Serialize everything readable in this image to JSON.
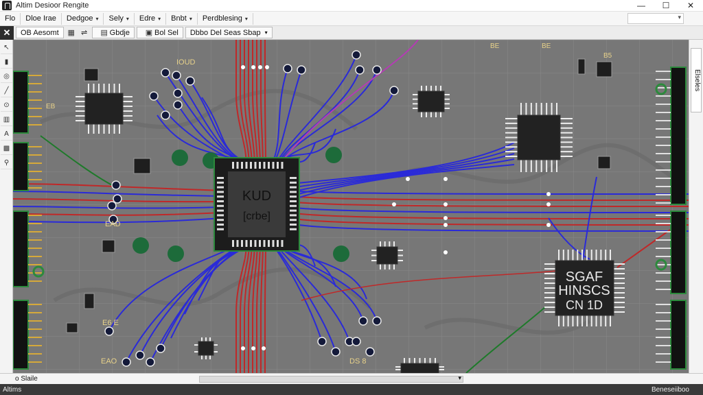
{
  "window": {
    "title": "Altim Desioor Rengite",
    "minimize": "—",
    "maximize": "☐",
    "close": "✕"
  },
  "menu": {
    "items": [
      {
        "label": "Flo",
        "caret": ""
      },
      {
        "label": "Dloe  Irae",
        "caret": ""
      },
      {
        "label": "Dedgoe",
        "caret": "▾"
      },
      {
        "label": "Sely",
        "caret": "▾"
      },
      {
        "label": "Edre",
        "caret": "▾"
      },
      {
        "label": "Bnbt",
        "caret": "▾"
      },
      {
        "label": "Perdblesing",
        "caret": "▾"
      }
    ]
  },
  "toolbar": {
    "close_glyph": "✕",
    "tab_main": "OB Aesomt",
    "tab_2": "Gbdje",
    "tab_3": "Bol Sel",
    "tab_4": "Dbbo Del Seas Sbap",
    "tab_4_caret": "▾"
  },
  "canvas": {
    "labels": {
      "top_small": "IOUD",
      "cpu_line1": "KUD",
      "cpu_line2": "[crbe]",
      "chip_line1": "SGAF",
      "chip_line2": "HINSCS",
      "chip_line3": "CN  1D",
      "bottom_left1": "E6  E",
      "bottom_left2": "EAO",
      "mid_left": "EAD",
      "bottom_mid": "DS  8",
      "ref1": "BE",
      "ref2": "BE",
      "ref3": "B5",
      "ref4": "EB"
    }
  },
  "rightpanel": {
    "tab": "Elseles"
  },
  "bottom": {
    "label": "o Slaile"
  },
  "status": {
    "left": "Altims",
    "right": "Beneseiiboo"
  }
}
